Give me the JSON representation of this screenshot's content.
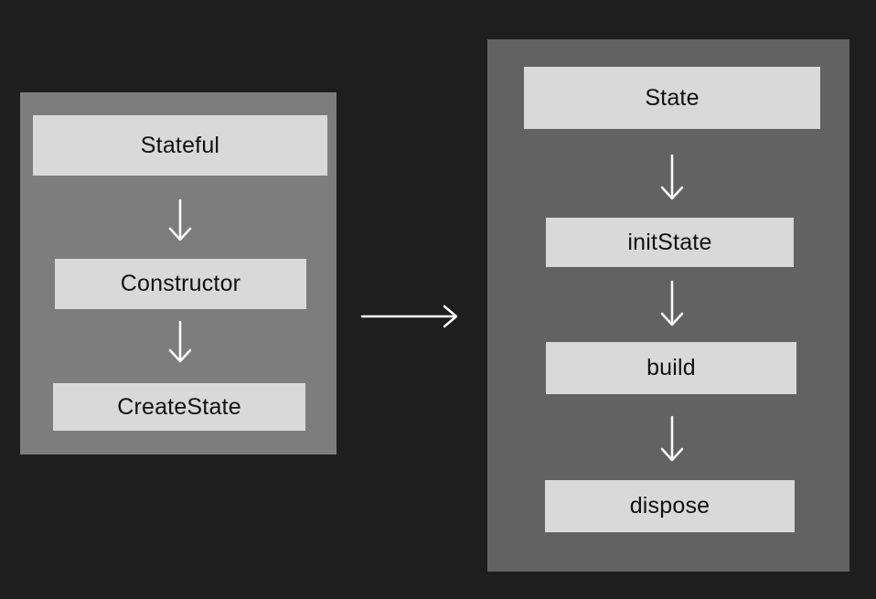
{
  "diagram": {
    "type": "flowchart",
    "topic": "Stateful widget lifecycle",
    "colors": {
      "background": "#1e1e1e",
      "left_panel_bg": "#7d7d7d",
      "right_panel_bg": "#626262",
      "node_bg": "#d9d9d9",
      "node_text": "#111111",
      "arrow": "#ffffff"
    },
    "left_panel": {
      "nodes": [
        {
          "label": "Stateful"
        },
        {
          "label": "Constructor"
        },
        {
          "label": "CreateState"
        }
      ]
    },
    "right_panel": {
      "nodes": [
        {
          "label": "State"
        },
        {
          "label": "initState"
        },
        {
          "label": "build"
        },
        {
          "label": "dispose"
        }
      ]
    },
    "edges": [
      {
        "from": "Stateful",
        "to": "Constructor",
        "direction": "down"
      },
      {
        "from": "Constructor",
        "to": "CreateState",
        "direction": "down"
      },
      {
        "from": "left-panel",
        "to": "right-panel",
        "direction": "right"
      },
      {
        "from": "State",
        "to": "initState",
        "direction": "down"
      },
      {
        "from": "initState",
        "to": "build",
        "direction": "down"
      },
      {
        "from": "build",
        "to": "dispose",
        "direction": "down"
      }
    ]
  }
}
